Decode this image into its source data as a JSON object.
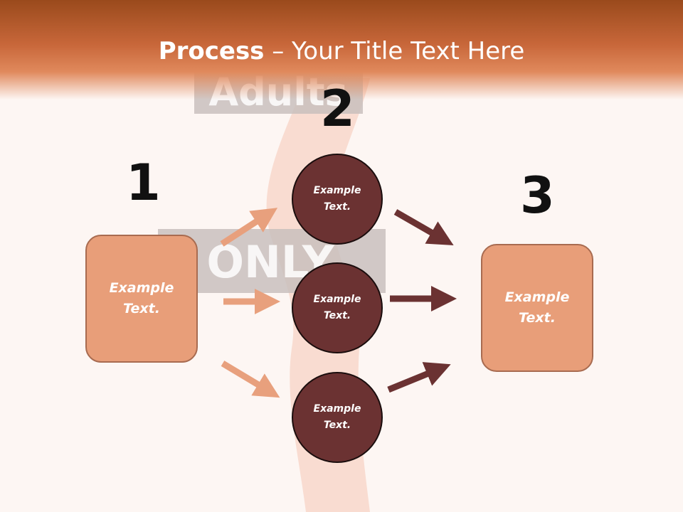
{
  "title": {
    "bold": "Process",
    "rest": " – Your Title Text Here"
  },
  "watermark": {
    "top": "Adults",
    "middle": "ONLY"
  },
  "steps": [
    {
      "number": "1",
      "text": "Example\nText."
    },
    {
      "number": "2",
      "items": [
        "Example\nText.",
        "Example\nText.",
        "Example\nText."
      ]
    },
    {
      "number": "3",
      "text": "Example\nText."
    }
  ],
  "colors": {
    "header": "#c8673a",
    "box_fill": "#e89e79",
    "circle_fill": "#6b3232",
    "arrow_light": "#e8a07d",
    "arrow_dark": "#6b3232"
  }
}
